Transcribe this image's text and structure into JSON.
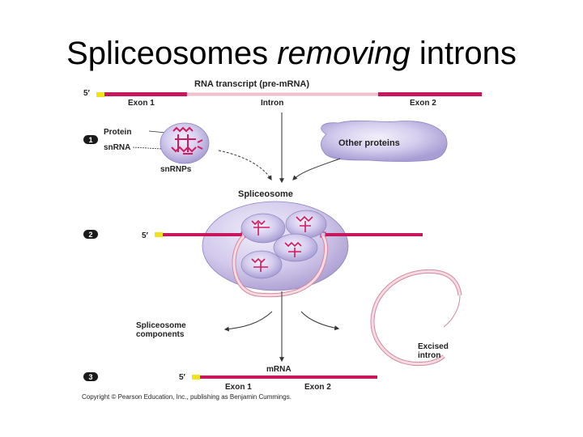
{
  "slide": {
    "title_pre": "Spliceosomes ",
    "title_em": "removing",
    "title_post": " introns"
  },
  "diagram": {
    "top_label": "RNA transcript (pre-mRNA)",
    "five_prime": "5′",
    "exon1": "Exon 1",
    "intron": "Intron",
    "exon2": "Exon 2",
    "step1": "1",
    "step2": "2",
    "step3": "3",
    "protein": "Protein",
    "snrna": "snRNA",
    "snrnps": "snRNPs",
    "other_proteins": "Other proteins",
    "spliceosome": "Spliceosome",
    "components_line1": "Spliceosome",
    "components_line2": "components",
    "excised_line1": "Excised",
    "excised_line2": "intron",
    "mrna": "mRNA",
    "exon1_bottom": "Exon 1",
    "exon2_bottom": "Exon 2",
    "copyright": "Copyright © Pearson Education, Inc., publishing as Benjamin Cummings."
  },
  "colors": {
    "exon": "#c8175d",
    "intron": "#f4c9d3",
    "snrnp": "#c9bfe6",
    "snrnp_edge": "#8f84c0",
    "snrna": "#d01b5e",
    "cap": "#f2e21c",
    "badge": "#1a1a1a"
  }
}
